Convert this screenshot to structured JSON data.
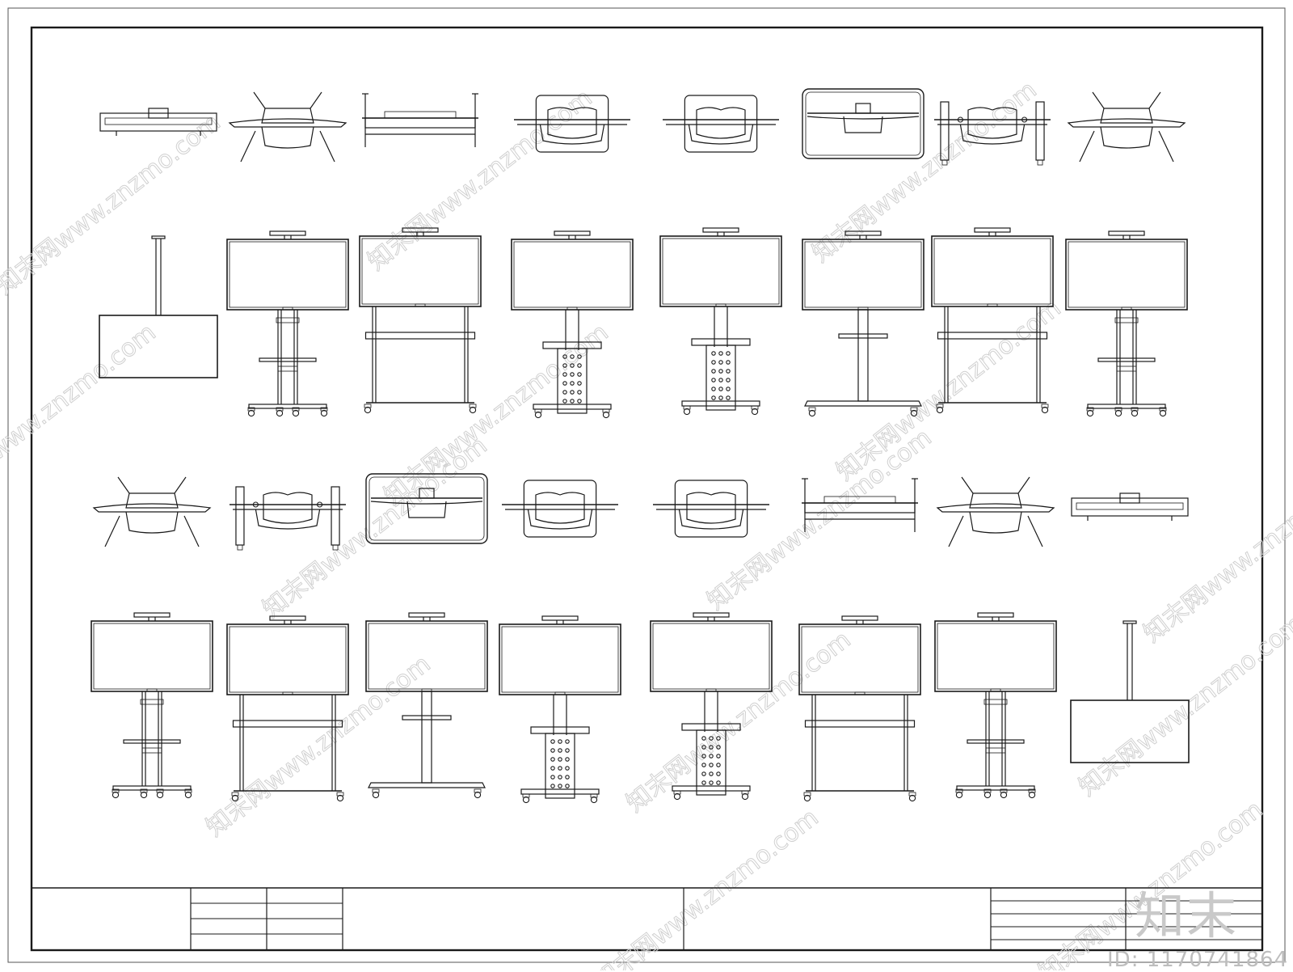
{
  "watermark": {
    "logo_text": "知末",
    "id_text": "ID: 1170741864",
    "site_text": "知末网www.znzmo.com",
    "color": "#d0d0d0"
  },
  "drawing": {
    "line_color": "#1a1a1a",
    "rows": [
      {
        "view": "top",
        "items": [
          "top-bar",
          "top-legs",
          "top-frame",
          "top-bracket",
          "top-bracket",
          "top-round",
          "top-bracket-legs",
          "top-legs"
        ]
      },
      {
        "view": "front",
        "items": [
          "ceiling",
          "stand-plain",
          "stand-table",
          "stand-perforated",
          "stand-perforated",
          "stand-column",
          "stand-table",
          "stand-plain"
        ]
      },
      {
        "view": "top",
        "items": [
          "top-legs",
          "top-bracket-legs",
          "top-round",
          "top-bracket",
          "top-bracket",
          "top-frame",
          "top-legs",
          "top-bar"
        ]
      },
      {
        "view": "front",
        "items": [
          "stand-plain",
          "stand-table",
          "stand-column",
          "stand-perforated",
          "stand-perforated",
          "stand-table",
          "stand-plain",
          "ceiling"
        ]
      }
    ]
  }
}
